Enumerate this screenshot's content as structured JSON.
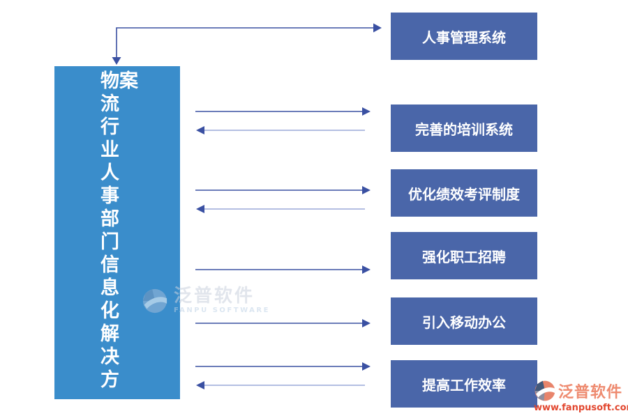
{
  "colors": {
    "page-bg": "#ffffff",
    "main-box": "#3A8DCB",
    "solution-box": "#4A66A9",
    "arrow": "#3A50A2",
    "arrow-light": "#9AA8D8",
    "watermark-text": "#C9D1DE",
    "logo-coral": "#EE8A6F",
    "logo-url-red": "#E2472F"
  },
  "diagram": {
    "main_box": {
      "label": "物流行业人事部门信息化解决方案"
    },
    "solution_boxes": [
      {
        "label": "人事管理系统",
        "connection": "elbow-two-headed"
      },
      {
        "label": "完善的培训系统",
        "connection": "forward-and-back"
      },
      {
        "label": "优化绩效考评制度",
        "connection": "forward-and-back"
      },
      {
        "label": "强化职工招聘",
        "connection": "forward-only"
      },
      {
        "label": "引入移动办公",
        "connection": "forward-only"
      },
      {
        "label": "提高工作效率",
        "connection": "forward-and-back"
      }
    ]
  },
  "watermark": {
    "brand": "泛普软件",
    "brand_en": "FANPU SOFTWARE"
  },
  "footer_logo": {
    "brand": "泛普软件",
    "url": "www.fanpusoft.com"
  }
}
